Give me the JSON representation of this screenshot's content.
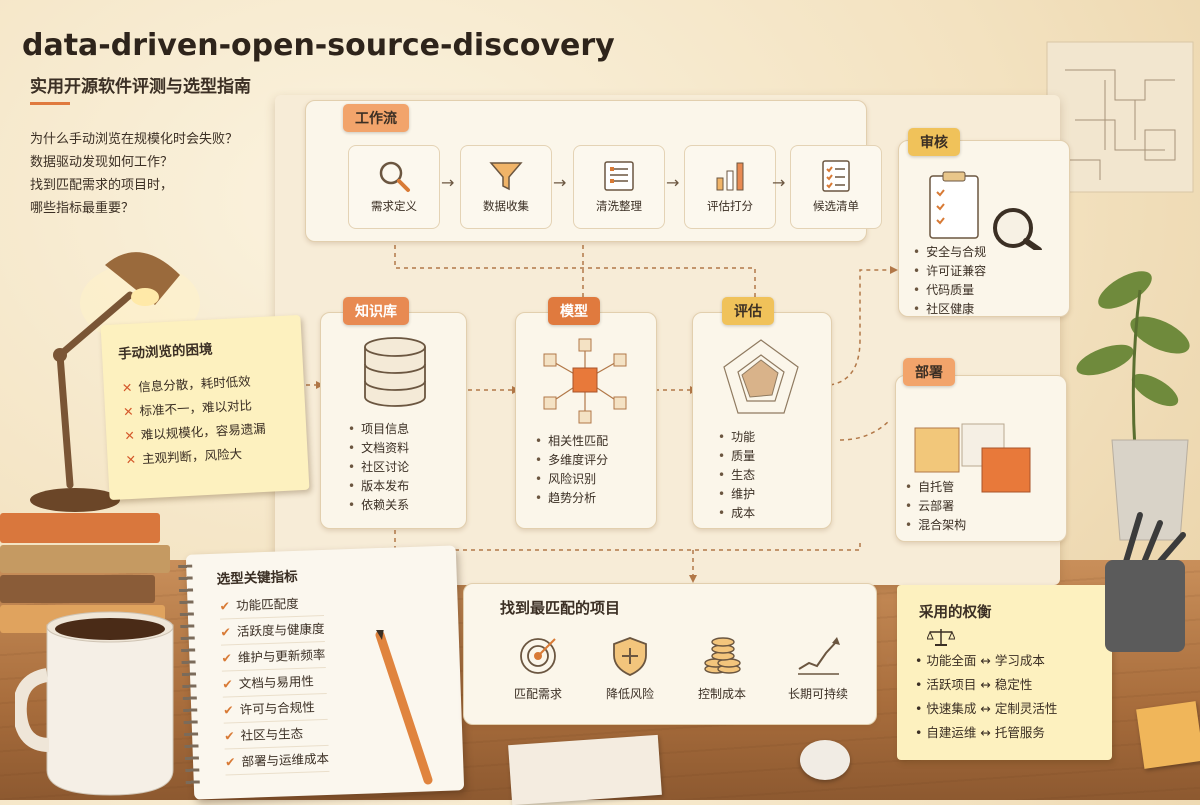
{
  "header": {
    "title": "data-driven-open-source-discovery",
    "subtitle": "实用开源软件评测与选型指南",
    "questions": [
      "为什么手动浏览在规模化时会失败？",
      "数据驱动发现如何工作？",
      "找到匹配需求的项目时，",
      "哪些指标最重要？"
    ]
  },
  "pain_note": {
    "title": "手动浏览的困境",
    "items": [
      "信息分散，耗时低效",
      "标准不一，难以对比",
      "难以规模化，容易遗漏",
      "主观判断，风险大"
    ]
  },
  "workflow": {
    "tag": "工作流",
    "steps": [
      {
        "label": "需求定义",
        "icon": "search-icon"
      },
      {
        "label": "数据收集",
        "icon": "funnel-icon"
      },
      {
        "label": "清洗整理",
        "icon": "table-icon"
      },
      {
        "label": "评估打分",
        "icon": "bar-chart-icon"
      },
      {
        "label": "候选清单",
        "icon": "checklist-icon"
      }
    ]
  },
  "knowledge": {
    "tag": "知识库",
    "items": [
      "项目信息",
      "文档资料",
      "社区讨论",
      "版本发布",
      "依赖关系"
    ]
  },
  "model": {
    "tag": "模型",
    "items": [
      "相关性匹配",
      "多维度评分",
      "风险识别",
      "趋势分析"
    ]
  },
  "evaluation": {
    "tag": "评估",
    "items": [
      "功能",
      "质量",
      "生态",
      "维护",
      "成本"
    ]
  },
  "review": {
    "tag": "审核",
    "items": [
      "安全与合规",
      "许可证兼容",
      "代码质量",
      "社区健康"
    ]
  },
  "deploy": {
    "tag": "部署",
    "items": [
      "自托管",
      "云部署",
      "混合架构"
    ]
  },
  "metrics": {
    "title": "选型关键指标",
    "items": [
      "功能匹配度",
      "活跃度与健康度",
      "维护与更新频率",
      "文档与易用性",
      "许可与合规性",
      "社区与生态",
      "部署与运维成本"
    ]
  },
  "best_match": {
    "title": "找到最匹配的项目",
    "items": [
      {
        "label": "匹配需求",
        "icon": "target-icon"
      },
      {
        "label": "降低风险",
        "icon": "shield-icon"
      },
      {
        "label": "控制成本",
        "icon": "coins-icon"
      },
      {
        "label": "长期可持续",
        "icon": "trend-icon"
      }
    ]
  },
  "tradeoffs": {
    "title": "采用的权衡",
    "rows": [
      {
        "left": "功能全面",
        "right": "学习成本"
      },
      {
        "left": "活跃项目",
        "right": "稳定性"
      },
      {
        "left": "快速集成",
        "right": "定制灵活性"
      },
      {
        "left": "自建运维",
        "right": "托管服务"
      }
    ],
    "arrow_symbol": "↔"
  },
  "colors": {
    "accent": "#e88a52",
    "gold": "#f0c25a",
    "ink": "#3b2f24"
  }
}
